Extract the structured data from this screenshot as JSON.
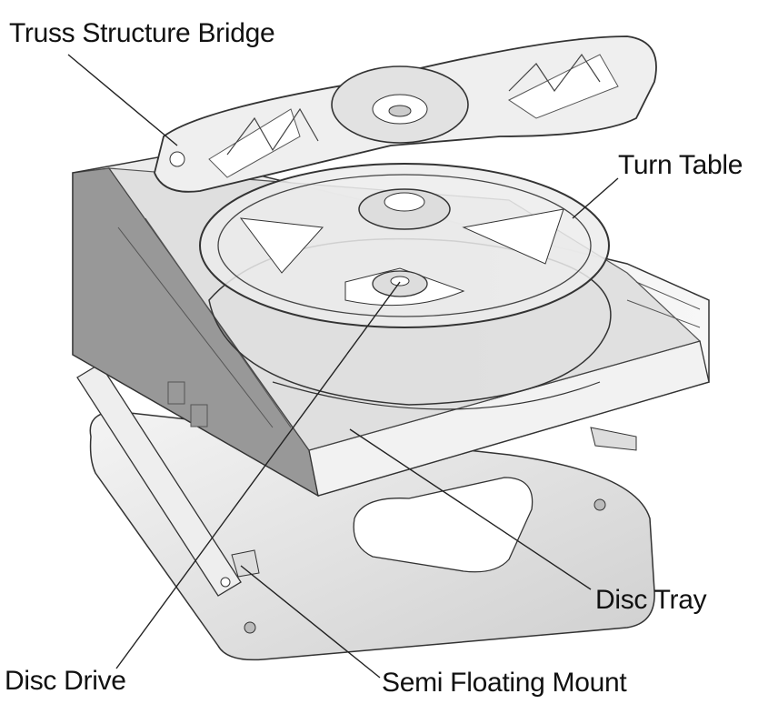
{
  "labels": {
    "truss_bridge": "Truss Structure Bridge",
    "turn_table": "Turn Table",
    "disc_tray": "Disc Tray",
    "disc_drive": "Disc Drive",
    "semi_floating_mount": "Semi Floating Mount"
  },
  "colors": {
    "line": "#222222",
    "part_fill": "#e6e6e6",
    "part_dark": "#7a7a7a",
    "plate_fill": "#dcdcdc"
  }
}
